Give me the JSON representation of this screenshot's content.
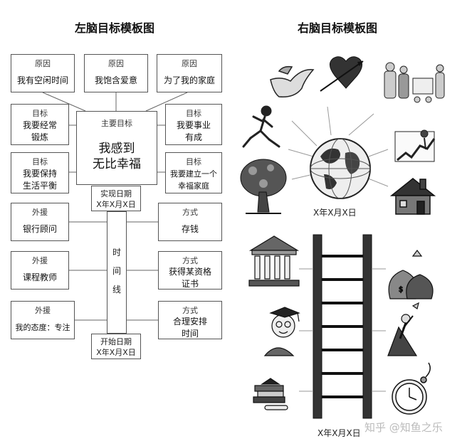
{
  "left_title": "左脑目标模板图",
  "right_title": "右脑目标模板图",
  "left": {
    "top_boxes": [
      {
        "label": "原因",
        "text": "我有空闲时间"
      },
      {
        "label": "原因",
        "text": "我饱含爱意"
      },
      {
        "label": "原因",
        "text": "为了我的家庭"
      }
    ],
    "main": {
      "label": "主要目标",
      "text": "我感到\n无比幸福"
    },
    "goals_left": [
      {
        "label": "目标",
        "text": "我要经常\n锻炼"
      },
      {
        "label": "目标",
        "text": "我要保持\n生活平衡"
      }
    ],
    "goals_right": [
      {
        "label": "目标",
        "text": "我要事业\n有成"
      },
      {
        "label": "目标",
        "text": "我要建立一个\n幸福家庭"
      }
    ],
    "supports": [
      {
        "label": "外援",
        "text": "银行顾问"
      },
      {
        "label": "外援",
        "text": "课程教师"
      },
      {
        "label": "外援",
        "text": "我的态度：专注"
      }
    ],
    "methods": [
      {
        "label": "方式",
        "text": "存钱"
      },
      {
        "label": "方式",
        "text": "获得某资格\n证书"
      },
      {
        "label": "方式",
        "text": "合理安排\n时间"
      }
    ],
    "achieve_date": "实现日期\nX年X月X日",
    "start_date": "开始日期\nX年X月X日",
    "timeline_chars": [
      "时",
      "间",
      "线"
    ]
  },
  "right": {
    "globe_date": "X年X月X日",
    "ladder_date": "X年X月X日",
    "upper_icons": [
      "dove-icon",
      "heart-arrow-icon",
      "family-shopping-icon",
      "runner-icon",
      "growth-chart-icon",
      "tree-icon",
      "house-icon",
      "globe-icon"
    ],
    "lower_icons": [
      "bank-building-icon",
      "money-bags-icon",
      "graduate-icon",
      "climber-icon",
      "diploma-books-icon",
      "pocket-watch-icon",
      "ladder-icon"
    ]
  },
  "watermark": "知乎 @知鱼之乐"
}
